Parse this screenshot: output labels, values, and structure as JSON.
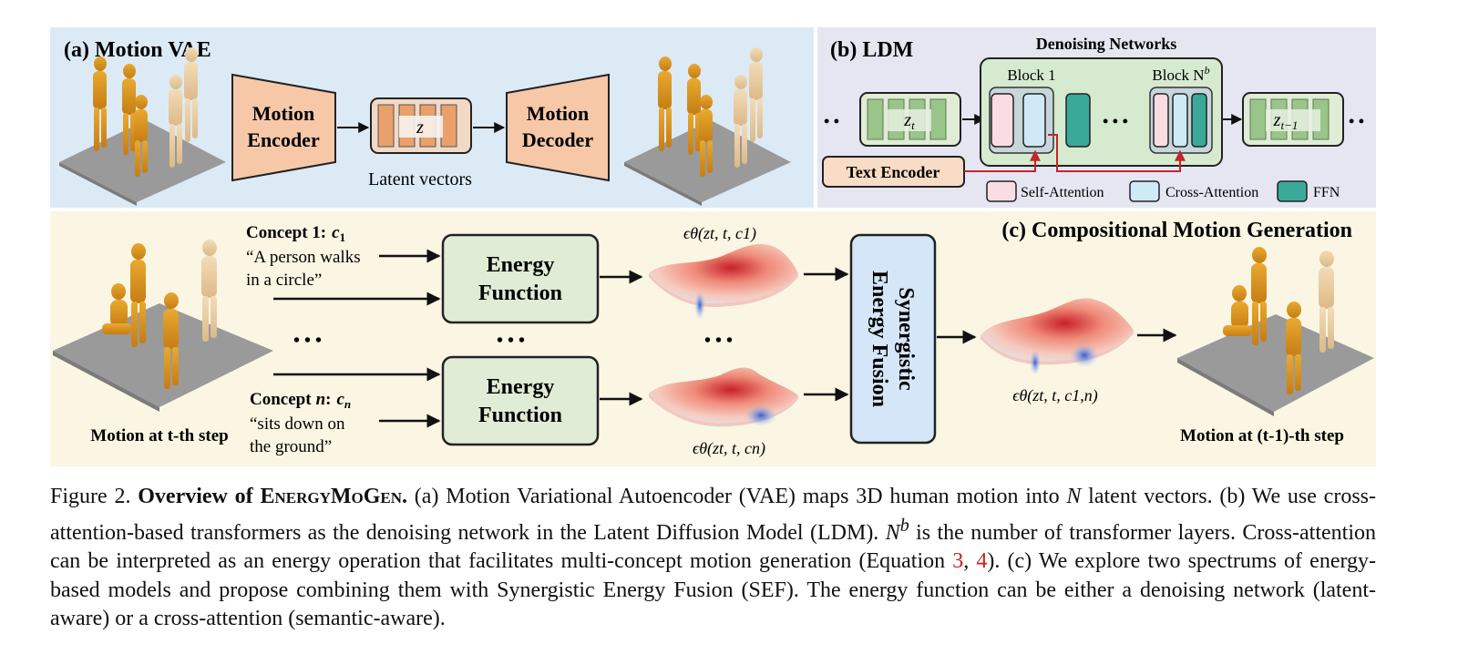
{
  "panel_a": {
    "title": "(a) Motion VAE",
    "encoder": [
      "Motion",
      "Encoder"
    ],
    "decoder": [
      "Motion",
      "Decoder"
    ],
    "latent_symbol": "z",
    "latent_caption": "Latent vectors"
  },
  "panel_b": {
    "title": "(b) LDM",
    "networks_title": "Denoising Networks",
    "block1": "Block 1",
    "blockN": "Block N",
    "blockN_sup": "b",
    "input_symbol": "z",
    "input_sub": "t",
    "output_symbol": "z",
    "output_sub": "t−1",
    "text_encoder": "Text Encoder",
    "legend": [
      {
        "label": "Self-Attention",
        "color": "#f9dde3"
      },
      {
        "label": "Cross-Attention",
        "color": "#cfe9f7"
      },
      {
        "label": "FFN",
        "color": "#3aa99a"
      }
    ]
  },
  "panel_c": {
    "title": "(c) Compositional Motion Generation",
    "concept1_head": "Concept 1:",
    "concept1_sym": "c",
    "concept1_sub": "1",
    "concept1_text": [
      "“A person walks",
      "in a circle”"
    ],
    "conceptn_head_a": "Concept",
    "conceptn_head_b": "n",
    "conceptn_head_c": ":",
    "conceptn_sym": "c",
    "conceptn_sub": "n",
    "conceptn_text": [
      "“sits down on",
      "the ground”"
    ],
    "energy_fn": [
      "Energy",
      "Function"
    ],
    "fusion": [
      "Synergistic",
      "Energy Fusion"
    ],
    "eps1": "ϵθ(zt, t, c1)",
    "epsn": "ϵθ(zt, t, cn)",
    "eps_fused": "ϵθ(zt, t, c1,n)",
    "left_caption": "Motion at t-th step",
    "right_caption": "Motion at (t-1)-th step",
    "ellipsis": "•••"
  },
  "caption": {
    "lead": "Figure 2. ",
    "title_a": "Overview of ",
    "title_sc": "EnergyMoGen.",
    "text1": " (a) Motion Variational Autoencoder (VAE) maps 3D human motion into ",
    "N": "N",
    "text2": " latent vectors. (b) We use cross-attention-based transformers as the denoising network in the Latent Diffusion Model (LDM). ",
    "Nb": "N",
    "Nb_sup": "b",
    "text3": " is the number of transformer layers. Cross-attention can be interpreted as an energy operation that facilitates multi-concept motion generation (Equation ",
    "ref1": "3",
    "comma": ", ",
    "ref2": "4",
    "text4": "). (c) We explore two spectrums of energy-based models and propose combining them with Synergistic Energy Fusion (SEF). The energy function can be either a denoising network (latent-aware) or a cross-attention (semantic-aware)."
  },
  "colors": {
    "panel_a_bg": "#dceaf6",
    "panel_b_bg": "#e6e6f3",
    "panel_c_bg": "#faf6e3",
    "vae_box": "#f6c8a8",
    "latent_cell": "#eaa06b",
    "green_box": "#e0ecd6",
    "green_cell": "#9ac58a",
    "fusion_box": "#d4e6f7",
    "arrow_red": "#c0262b"
  }
}
